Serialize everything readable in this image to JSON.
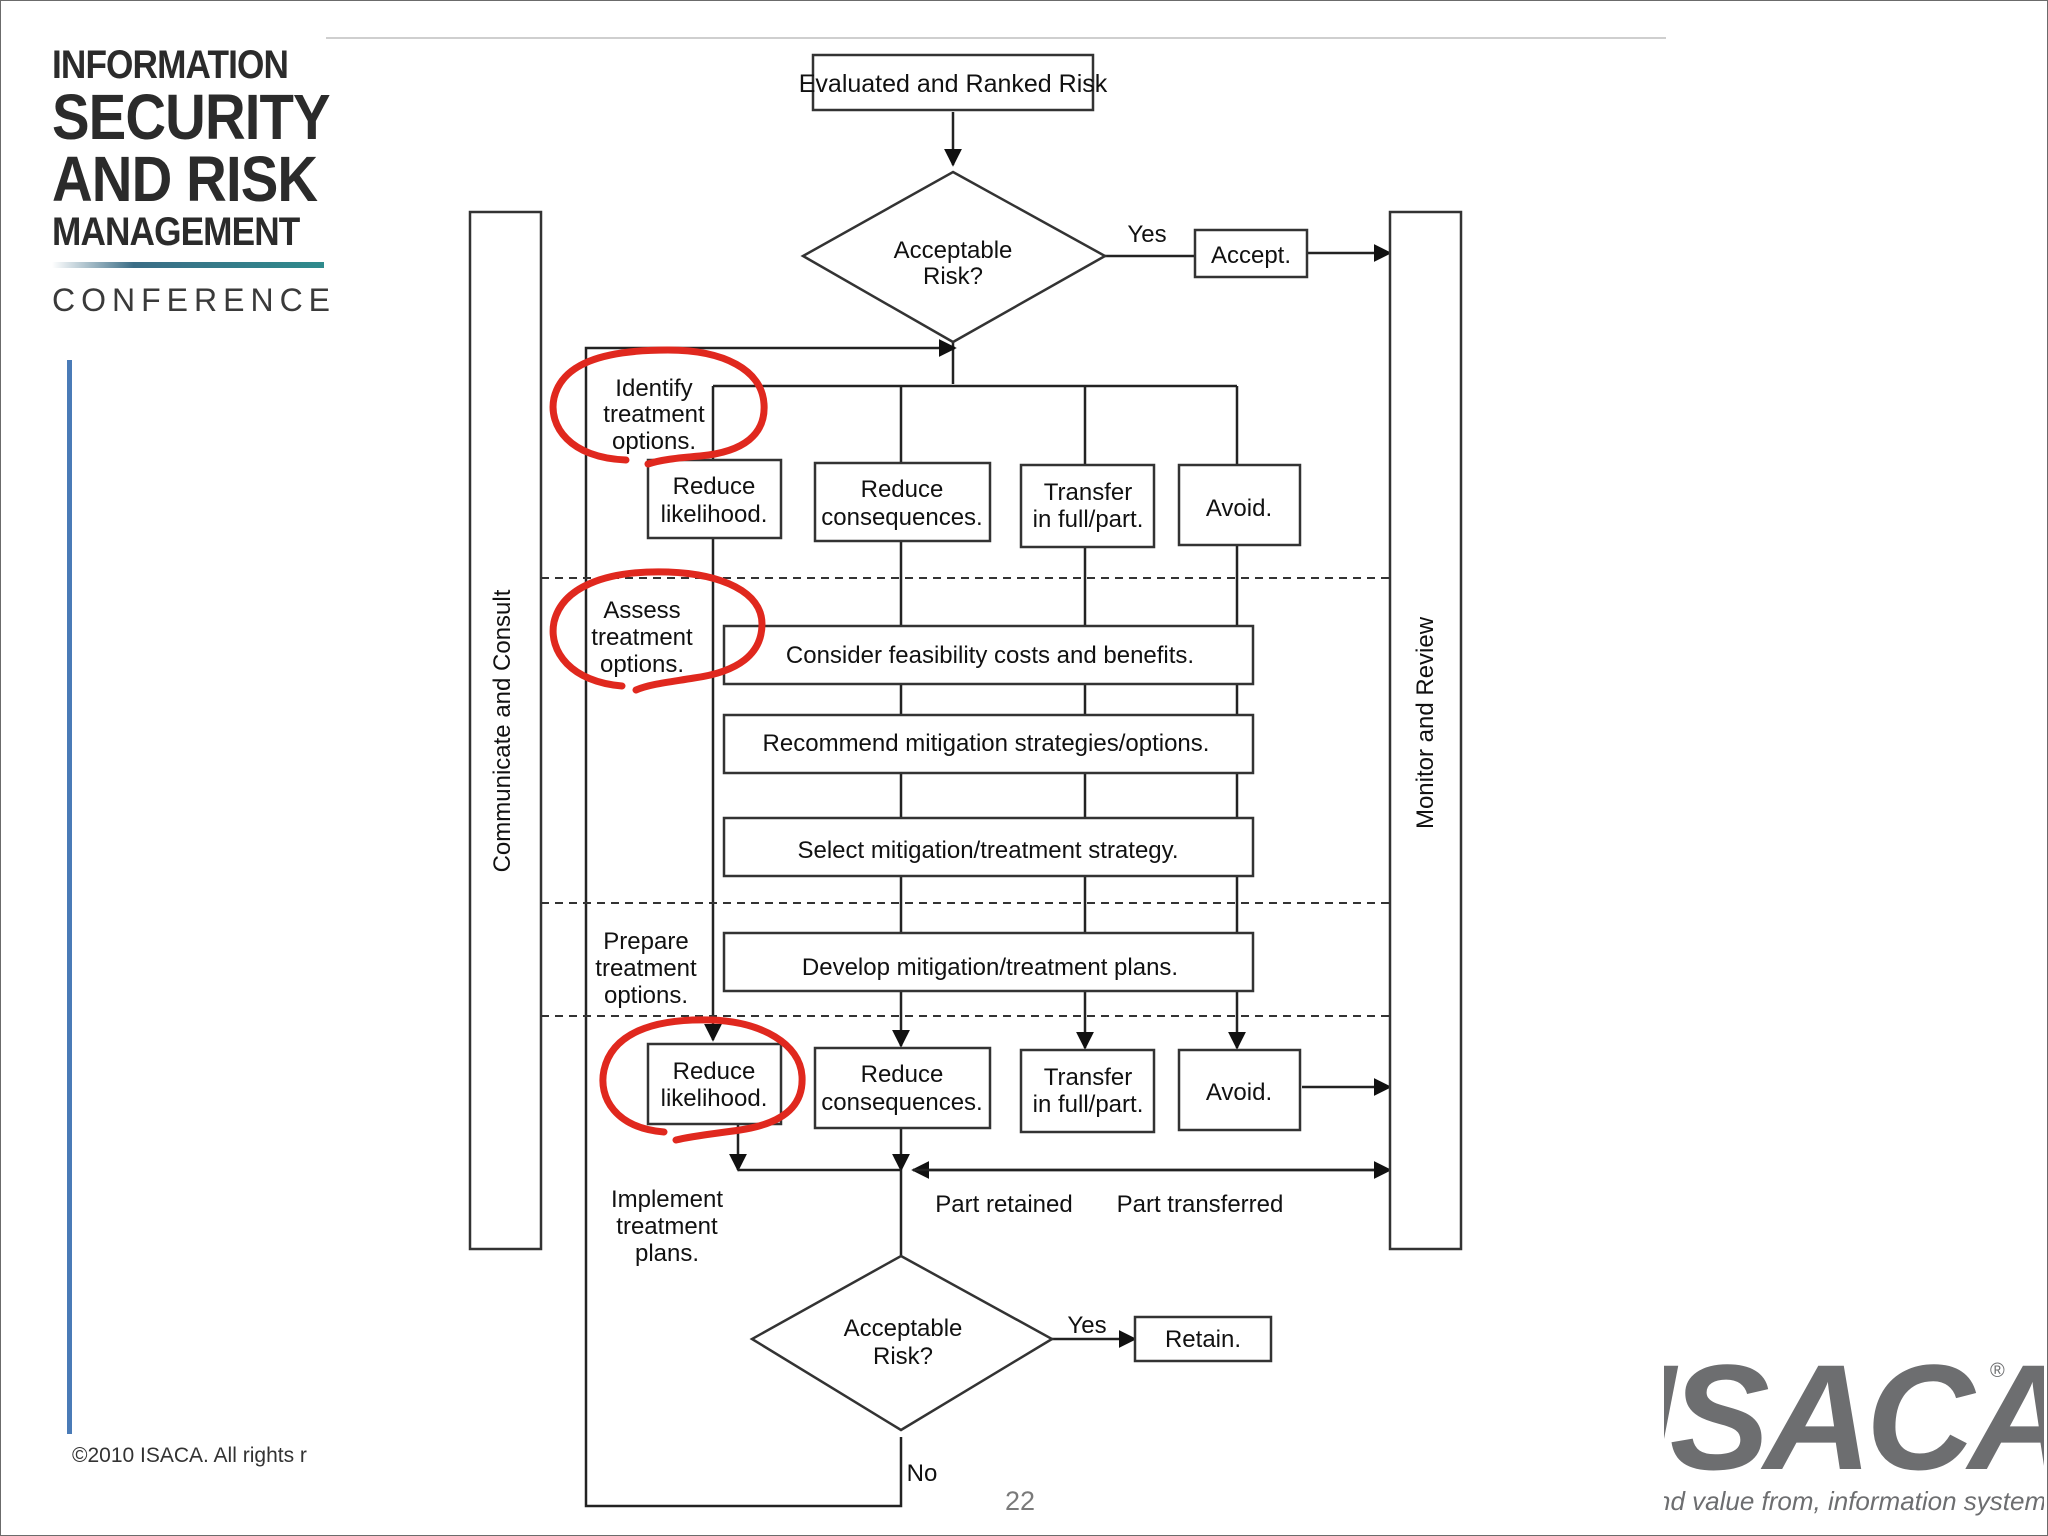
{
  "logo": {
    "line1": "INFORMATION",
    "line2": "SECURITY",
    "line3": "AND RISK",
    "line4": "MANAGEMENT",
    "line5": "CONFERENCE"
  },
  "footer": {
    "copyright": "©2010 ISACA. All rights r",
    "page_number": "22",
    "isaca_mark": "ISACA",
    "isaca_tagline": "nd value from, information systems"
  },
  "diagram": {
    "start": "Evaluated and Ranked Risk",
    "decision_1": [
      "Acceptable",
      "Risk?"
    ],
    "yes_1": "Yes",
    "accept": "Accept.",
    "communicate": "Communicate and Consult",
    "monitor": "Monitor and Review",
    "identify": [
      "Identify",
      "treatment",
      "options."
    ],
    "reduce_likelihood_1": [
      "Reduce",
      "likelihood."
    ],
    "reduce_consequences_1": [
      "Reduce",
      "consequences."
    ],
    "transfer_1": [
      "Transfer",
      "in full/part."
    ],
    "avoid_1": "Avoid.",
    "assess": [
      "Assess",
      "treatment",
      "options."
    ],
    "feasibility": "Consider feasibility costs and benefits.",
    "recommend": "Recommend mitigation strategies/options.",
    "select": "Select mitigation/treatment strategy.",
    "prepare": [
      "Prepare",
      "treatment",
      "options."
    ],
    "develop": "Develop mitigation/treatment plans.",
    "reduce_likelihood_2": [
      "Reduce",
      "likelihood."
    ],
    "reduce_consequences_2": [
      "Reduce",
      "consequences."
    ],
    "transfer_2": [
      "Transfer",
      "in full/part."
    ],
    "avoid_2": "Avoid.",
    "implement": [
      "Implement",
      "treatment",
      "plans."
    ],
    "part_retained": "Part retained",
    "part_transferred": "Part transferred",
    "decision_2": [
      "Acceptable",
      "Risk?"
    ],
    "yes_2": "Yes",
    "retain": "Retain.",
    "no": "No"
  },
  "colors": {
    "annotation_circle": "#e0281e",
    "sidebar_line": "#4a7bb7"
  }
}
